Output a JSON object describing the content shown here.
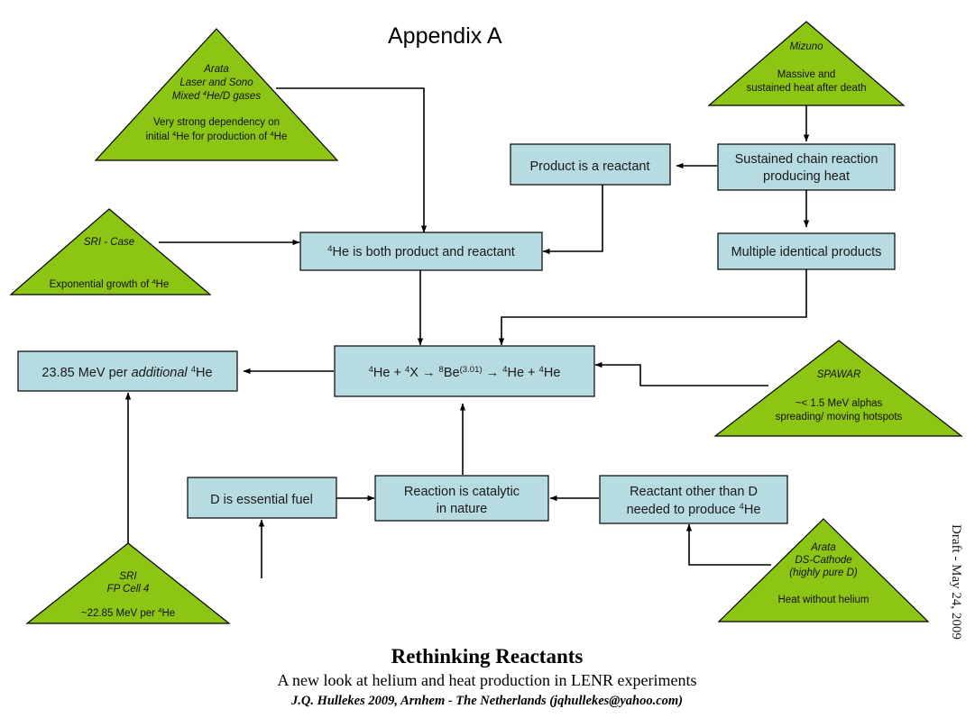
{
  "page": {
    "title": "Appendix A",
    "side_note": "Draft - May 24, 2009",
    "background_color": "#ffffff",
    "box_fill": "#b6dbe0",
    "triangle_fill": "#8cc513",
    "stroke_color": "#000000"
  },
  "boxes": {
    "product_is_reactant": {
      "line1": "Product is a reactant"
    },
    "sustained_chain": {
      "line1": "Sustained chain reaction",
      "line2": "producing heat"
    },
    "multiple_products": {
      "line1": "Multiple identical products"
    },
    "he4_both": {
      "pre": "He is both product and reactant",
      "sup": "4"
    },
    "mev_additional": {
      "lead": "23.85 MeV per ",
      "ital": "additional",
      "tail": "He",
      "sup": "4"
    },
    "equation": {
      "sup1": "4",
      "t1": "He + ",
      "sup2": "4",
      "t2": "X ",
      "arrow1": "→ ",
      "sup3": "8",
      "t3": "Be",
      "paren": "(3.01)",
      "arrow2": " → ",
      "sup4": "4",
      "t4": "He + ",
      "sup5": "4",
      "t5": "He",
      "plain": "4He + 4X → 8Be(3.01) → 4He + 4He"
    },
    "d_essential": {
      "line1": "D is essential fuel"
    },
    "reaction_catalytic": {
      "line1": "Reaction is catalytic",
      "line2": "in nature"
    },
    "reactant_other": {
      "line1": "Reactant other than D",
      "line2pre": "needed to produce ",
      "sup": "4",
      "line2post": "He"
    }
  },
  "triangles": {
    "arata_laser": {
      "source_line1": "Arata",
      "source_line2": "Laser and Sono",
      "source_line3pre": "Mixed ",
      "source_line3sup": "4",
      "source_line3post": "He/D gases",
      "claim_line1pre": "Very strong dependency on",
      "claim_line2a": "initial ",
      "claim_sup1": "4",
      "claim_line2b": "He for production of ",
      "claim_sup2": "4",
      "claim_line2c": "He"
    },
    "mizuno": {
      "source_line1": "Mizuno",
      "claim_line1": "Massive and",
      "claim_line2": "sustained heat after death"
    },
    "sri_case": {
      "source_line1": "SRI - Case",
      "claim_line1pre": "Exponential growth of ",
      "claim_sup": "4",
      "claim_line1post": "He"
    },
    "spawar": {
      "source_line1": "SPAWAR",
      "claim_line1": "~< 1.5 MeV alphas",
      "claim_line2": "spreading/ moving hotspots"
    },
    "sri_fp": {
      "source_line1": "SRI",
      "source_line2": "FP Cell 4",
      "claim_line1pre": "~22.85 MeV per ",
      "claim_sup": "4",
      "claim_line1post": "He"
    },
    "arata_ds": {
      "source_line1": "Arata",
      "source_line2": "DS-Cathode",
      "source_line3": "(highly pure D)",
      "claim_line1": "Heat without helium"
    }
  },
  "footer": {
    "title": "Rethinking Reactants",
    "subtitle": "A new look at helium and heat production in LENR experiments",
    "credit": "J.Q. Hullekes 2009, Arnhem - The Netherlands (jqhullekes@yahoo.com)"
  }
}
